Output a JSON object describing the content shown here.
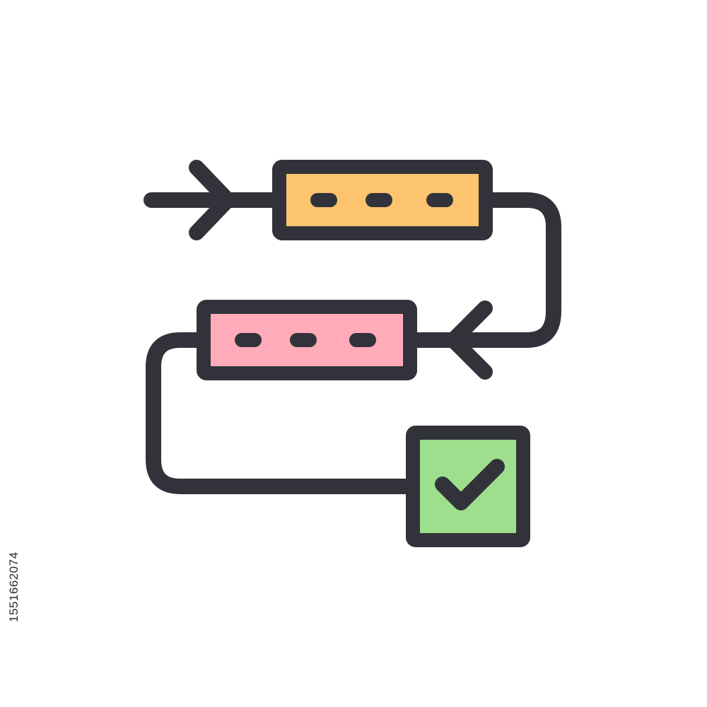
{
  "icon": {
    "name": "workflow-process-icon",
    "stroke_color": "#32333a",
    "steps": [
      {
        "name": "step-1-box",
        "fill": "#fdc46f"
      },
      {
        "name": "step-2-box",
        "fill": "#ffabba"
      }
    ],
    "completion": {
      "name": "completed-check-box",
      "fill": "#9ddf8c"
    }
  },
  "stock_id": "1551662074"
}
